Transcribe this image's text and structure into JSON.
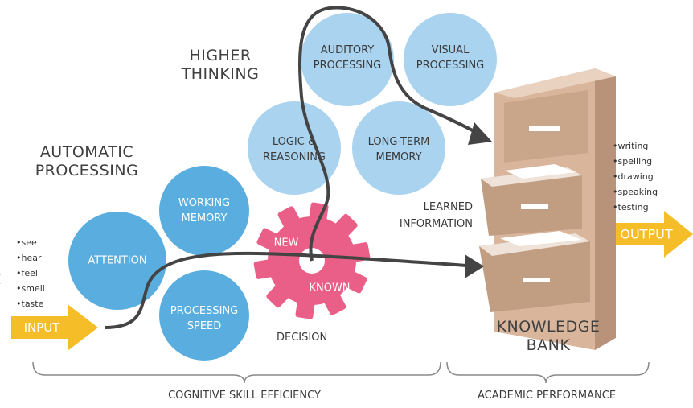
{
  "headings": {
    "automatic_line1": "AUTOMATIC",
    "automatic_line2": "PROCESSING",
    "higher_line1": "HIGHER",
    "higher_line2": "THINKING",
    "knowledge_line1": "KNOWLEDGE",
    "knowledge_line2": "BANK"
  },
  "bubbles": {
    "attention": "ATTENTION",
    "working_line1": "WORKING",
    "working_line2": "MEMORY",
    "speed_line1": "PROCESSING",
    "speed_line2": "SPEED",
    "logic_line1": "LOGIC &",
    "logic_line2": "REASONING",
    "longterm_line1": "LONG-TERM",
    "longterm_line2": "MEMORY",
    "auditory_line1": "AUDITORY",
    "auditory_line2": "PROCESSING",
    "visual_line1": "VISUAL",
    "visual_line2": "PROCESSING"
  },
  "gear": {
    "new": "NEW",
    "known": "KNOWN",
    "decision": "DECISION"
  },
  "learned": {
    "line1": "LEARNED",
    "line2": "INFORMATION"
  },
  "input": {
    "label": "INPUT",
    "items": [
      "see",
      "hear",
      "feel",
      "smell",
      "taste"
    ]
  },
  "output": {
    "label": "OUTPUT",
    "items": [
      "writing",
      "spelling",
      "drawing",
      "speaking",
      "testing"
    ]
  },
  "brackets": {
    "left_label": "COGNITIVE SKILL EFFICIENCY",
    "right_label": "ACADEMIC PERFORMANCE"
  },
  "colors": {
    "bubble_dark": "#5aaedf",
    "bubble_light": "#a9d3ef",
    "gear": "#ea5f87",
    "arrow": "#f5be28",
    "cabinet": "#d9b59c",
    "path": "#444444"
  }
}
